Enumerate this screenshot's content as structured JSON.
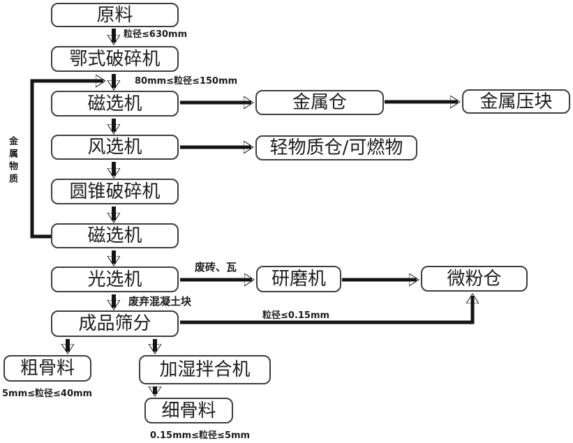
{
  "diagram": {
    "title": "construction-waste-recycling-flowchart",
    "nodes": {
      "raw_material": "原料",
      "jaw_crusher": "鄂式破碎机",
      "magnetic_separator_1": "磁选机",
      "air_separator": "风选机",
      "cone_crusher": "圆锥破碎机",
      "magnetic_separator_2": "磁选机",
      "optical_sorter": "光选机",
      "product_screening": "成品筛分",
      "metal_bin": "金属仓",
      "metal_briquette": "金属压块",
      "light_material_bin": "轻物质仓/可燃物",
      "grinder": "研磨机",
      "fine_powder_bin": "微粉仓",
      "coarse_aggregate": "粗骨料",
      "humidifying_mixer": "加湿拌合机",
      "fine_aggregate": "细骨料"
    },
    "edge_labels": {
      "size_630": "粒径≤630mm",
      "size_80_150": "80mm≤粒径≤150mm",
      "metal_material": "金属物质",
      "waste_brick_tile": "废砖、瓦",
      "waste_concrete": "废弃混凝土块",
      "size_015": "粒径≤0.15mm",
      "size_5_40": "5mm≤粒径≤40mm",
      "size_015_5": "0.15mm≤粒径≤5mm"
    },
    "colors": {
      "line": "#141414",
      "box_border": "#3d3d3d",
      "box_fill": "#ffffff",
      "text": "#1c1c1c",
      "background": "#ffffff"
    }
  }
}
